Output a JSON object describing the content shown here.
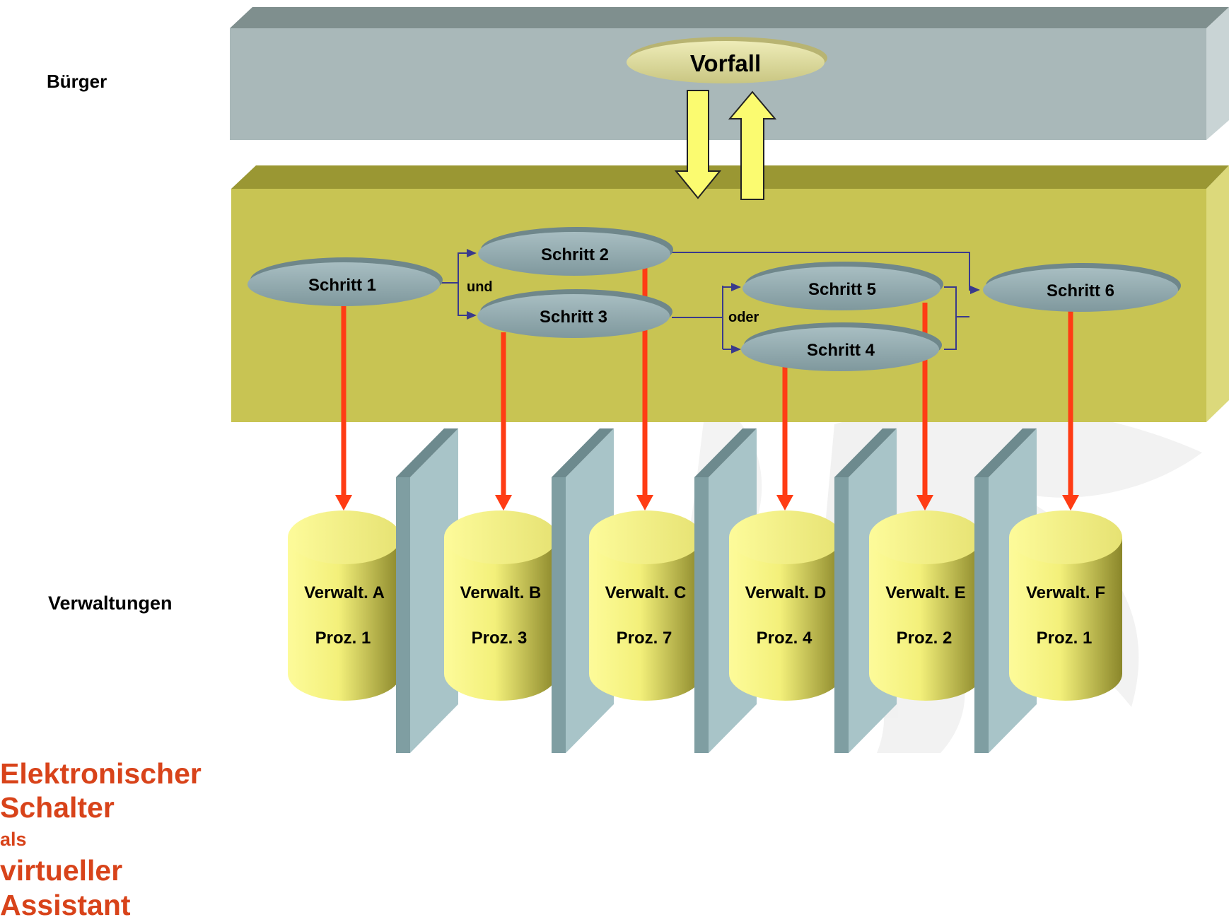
{
  "labels": {
    "buerger": "Bürger",
    "verwaltungen": "Verwaltungen",
    "schalter_lines": [
      "Elektronischer",
      "Schalter",
      "als",
      "virtueller",
      "Assistant"
    ]
  },
  "event": {
    "label": "Vorfall"
  },
  "steps": [
    {
      "id": "s1",
      "label": "Schritt 1"
    },
    {
      "id": "s2",
      "label": "Schritt 2"
    },
    {
      "id": "s3",
      "label": "Schritt 3"
    },
    {
      "id": "s5",
      "label": "Schritt 5"
    },
    {
      "id": "s4",
      "label": "Schritt 4"
    },
    {
      "id": "s6",
      "label": "Schritt 6"
    }
  ],
  "connectors": {
    "und": "und",
    "oder": "oder"
  },
  "agencies": [
    {
      "name": "Verwalt. A",
      "process": "Proz. 1"
    },
    {
      "name": "Verwalt.  B",
      "process": "Proz. 3"
    },
    {
      "name": "Verwalt.  C",
      "process": "Proz. 7"
    },
    {
      "name": "Verwalt.  D",
      "process": "Proz. 4"
    },
    {
      "name": "Verwalt.  E",
      "process": "Proz. 2"
    },
    {
      "name": "Verwalt.  F",
      "process": "Proz. 1"
    }
  ],
  "colors": {
    "citizen_layer": "#a9b8b9",
    "switch_layer": "#c8c453",
    "step_oval": "#8fa8ad",
    "event_oval": "#e2e0a0",
    "red_arrow": "#ff3c14",
    "flow_line": "#3a3a8c",
    "cylinder": "#f3f07a",
    "panel": "#a8c4c8",
    "heading_red": "#d8431a"
  }
}
